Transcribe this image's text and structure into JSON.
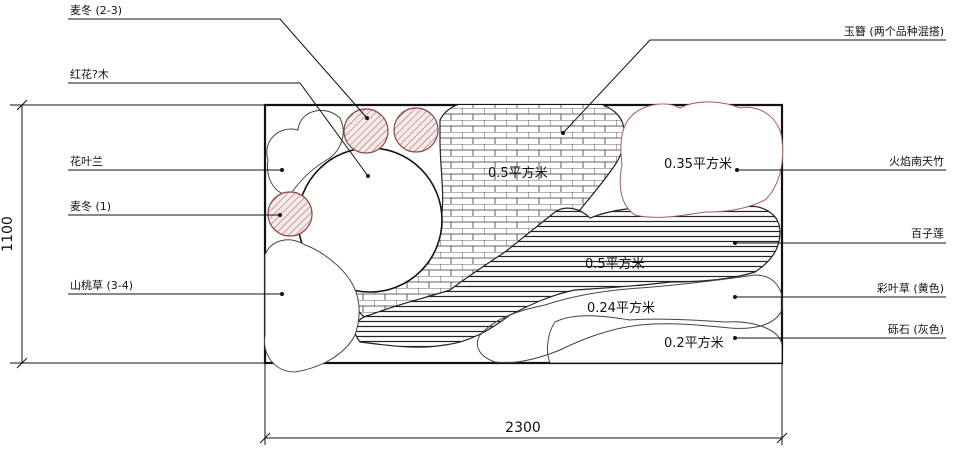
{
  "labels_left": {
    "maidong_23": "麦冬 (2-3)",
    "honghua": "红花?木",
    "huayelan": "花叶兰",
    "maidong_1": "麦冬 (1)",
    "shantaocao": "山桃草 (3-4)"
  },
  "labels_right": {
    "yuzan": "玉簪 (两个品种混搭)",
    "huoyan": "火焰南天竹",
    "baizi": "百子莲",
    "caiyecao": "彩叶草 (黄色)",
    "qishi": "砾石 (灰色)"
  },
  "areas": {
    "brick": "0.5平方米",
    "white": "0.35平方米",
    "striped": "0.5平方米",
    "lower": "0.24平方米",
    "gravel": "0.2平方米"
  },
  "dimensions": {
    "height": "1100",
    "width": "2300"
  }
}
